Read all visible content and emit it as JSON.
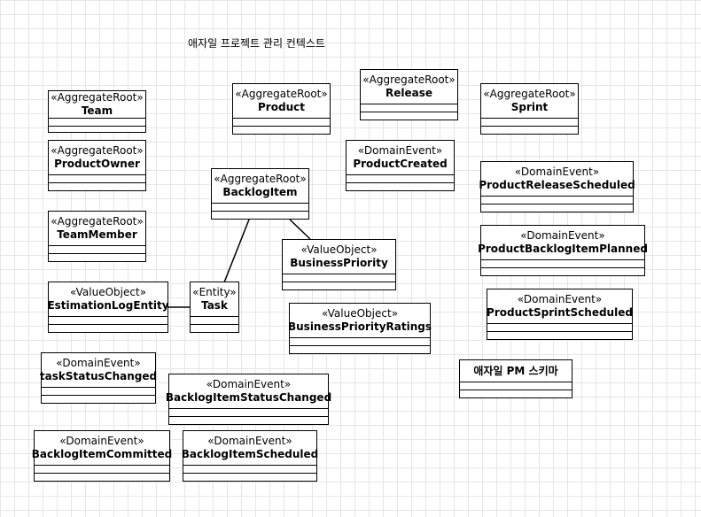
{
  "diagram": {
    "title": "애자일 프로젝트 관리 컨텍스트",
    "classes": {
      "team": {
        "stereotype": "«AggregateRoot»",
        "name": "Team"
      },
      "product_owner": {
        "stereotype": "«AggregateRoot»",
        "name": "ProductOwner"
      },
      "team_member": {
        "stereotype": "«AggregateRoot»",
        "name": "TeamMember"
      },
      "product": {
        "stereotype": "«AggregateRoot»",
        "name": "Product"
      },
      "release": {
        "stereotype": "«AggregateRoot»",
        "name": "Release"
      },
      "sprint": {
        "stereotype": "«AggregateRoot»",
        "name": "Sprint"
      },
      "backlog_item": {
        "stereotype": "«AggregateRoot»",
        "name": "BacklogItem"
      },
      "product_created": {
        "stereotype": "«DomainEvent»",
        "name": "ProductCreated"
      },
      "product_release_scheduled": {
        "stereotype": "«DomainEvent»",
        "name": "ProductReleaseScheduled"
      },
      "product_backlog_item_planned": {
        "stereotype": "«DomainEvent»",
        "name": "ProductBacklogItemPlanned"
      },
      "product_sprint_scheduled": {
        "stereotype": "«DomainEvent»",
        "name": "ProductSprintScheduled"
      },
      "business_priority": {
        "stereotype": "«ValueObject»",
        "name": "BusinessPriority"
      },
      "business_priority_ratings": {
        "stereotype": "«ValueObject»",
        "name": "BusinessPriorityRatings"
      },
      "estimation_log_entity": {
        "stereotype": "«ValueObject»",
        "name": "EstimationLogEntity"
      },
      "task": {
        "stereotype": "«Entity»",
        "name": "Task"
      },
      "task_status_changed": {
        "stereotype": "«DomainEvent»",
        "name": "taskStatusChanged"
      },
      "backlog_item_status_changed": {
        "stereotype": "«DomainEvent»",
        "name": "BacklogItemStatusChanged"
      },
      "backlog_item_committed": {
        "stereotype": "«DomainEvent»",
        "name": "BacklogItemCommitted"
      },
      "backlog_item_scheduled": {
        "stereotype": "«DomainEvent»",
        "name": "BacklogItemScheduled"
      },
      "agile_pm_schema": {
        "name": "애자일 PM 스키마"
      }
    }
  }
}
